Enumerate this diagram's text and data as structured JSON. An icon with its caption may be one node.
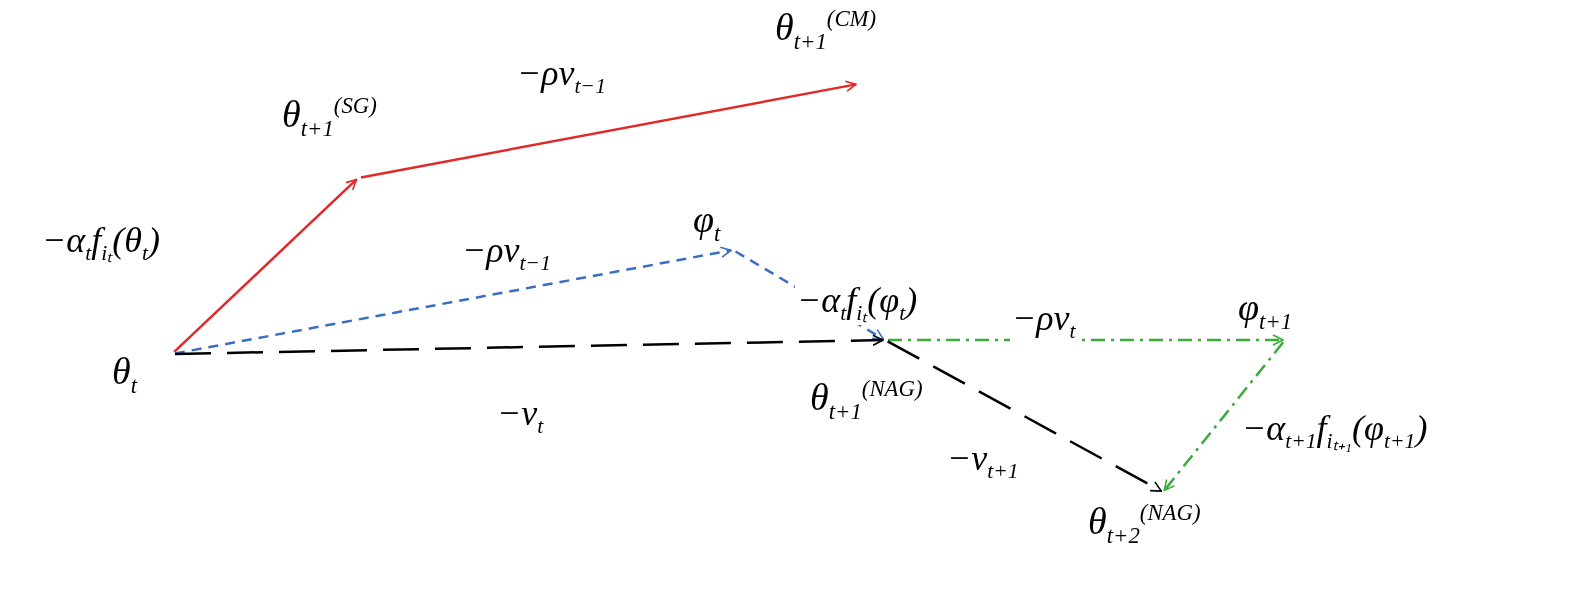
{
  "diagram": {
    "nodes": [
      {
        "text": [
          "θ$_{t+1}$$^{(CM)}$"
        ]
      },
      {
        "text": [
          "θ$_{t+1}$$^{(SG)}$"
        ]
      },
      {
        "text": [
          "φ$_{t}$"
        ]
      },
      {
        "text": [
          "φ$_{t+1}$"
        ]
      },
      {
        "text": [
          "θ$_{t}$"
        ]
      },
      {
        "text": [
          "θ$_{t+1}$$^{(NAG)}$"
        ]
      },
      {
        "text": [
          "θ$_{t+2}$$^{(NAG)}$"
        ]
      }
    ],
    "edges": [
      {
        "from": 4,
        "to": 1,
        "arrow": "to",
        "color": "#e02a2a",
        "label": "−α$_{t}$f$_{iₜ}$(θ$_{t}$)"
      },
      {
        "from": 1,
        "to": 0,
        "arrow": "to",
        "color": "#e02a2a",
        "label": "−ρv$_{t−1}$"
      },
      {
        "from": 4,
        "to": 2,
        "arrow": "to",
        "style": "dashed",
        "color": "#3a6fc0",
        "label": "−ρv$_{t−1}$"
      },
      {
        "from": 2,
        "to": 5,
        "arrow": "to",
        "style": "dashed",
        "color": "#3a6fc0",
        "label": "−α$_{t}$f$_{iₜ}$(φ$_{t}$)"
      },
      {
        "from": 4,
        "to": 5,
        "arrow": "to",
        "style": "dashed",
        "color": "#000000",
        "label": "−v$_{t}$"
      },
      {
        "from": 5,
        "to": 3,
        "arrow": "to",
        "style": "dashed",
        "color": "#3aaa3a",
        "label": "−ρv$_{t}$"
      },
      {
        "from": 5,
        "to": 6,
        "arrow": "to",
        "style": "dashed",
        "color": "#000000",
        "label": "−v$_{t+1}$"
      },
      {
        "from": 3,
        "to": 6,
        "arrow": "to",
        "style": "dashed",
        "color": "#3aaa3a",
        "label": "−α$_{t+1}$f$_{iₜ₊₁}$(φ$_{t+1}$)"
      }
    ]
  }
}
